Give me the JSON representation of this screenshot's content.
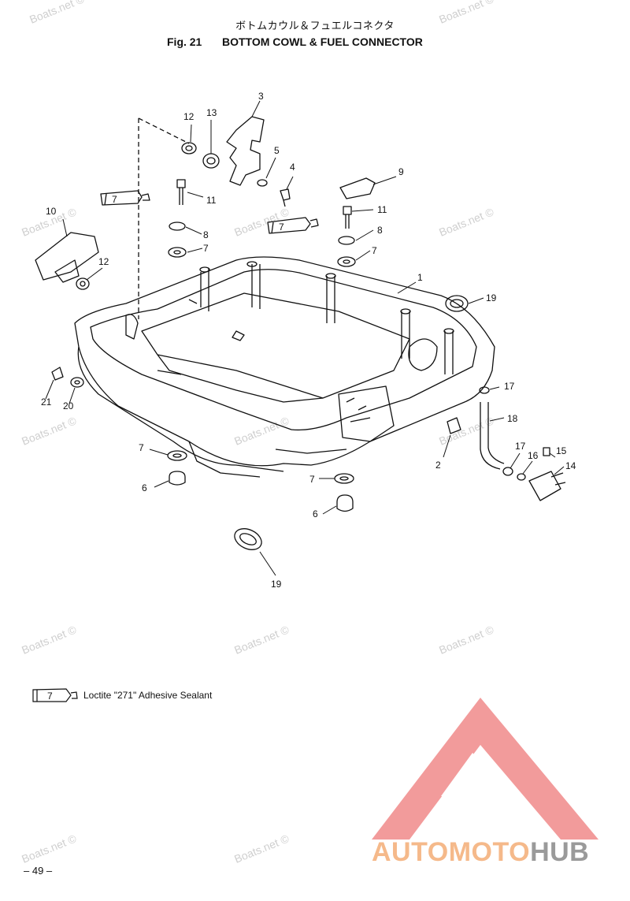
{
  "header": {
    "title_jp": "ボトムカウル＆フュエルコネクタ",
    "fig_label": "Fig. 21",
    "fig_title": "BOTTOM COWL & FUEL CONNECTOR"
  },
  "callouts": [
    "3",
    "12",
    "13",
    "5",
    "4",
    "9",
    "11",
    "7",
    "10",
    "8",
    "11",
    "8",
    "7",
    "12",
    "1",
    "19",
    "17",
    "18",
    "21",
    "20",
    "2",
    "7",
    "17",
    "15",
    "16",
    "14",
    "6",
    "7",
    "6",
    "19"
  ],
  "tube_label": "7",
  "watermark": "Boats.net ©",
  "legend": {
    "tube_label": "7",
    "text": "Loctite \"271\" Adhesive Sealant"
  },
  "footer": {
    "page": "– 49 –"
  },
  "brand": {
    "part1": "AUTOMOTO",
    "part2": "HUB",
    "color1": "#f5b98a",
    "color2": "#9a9a9a",
    "logo_color": "#f08a8a"
  }
}
